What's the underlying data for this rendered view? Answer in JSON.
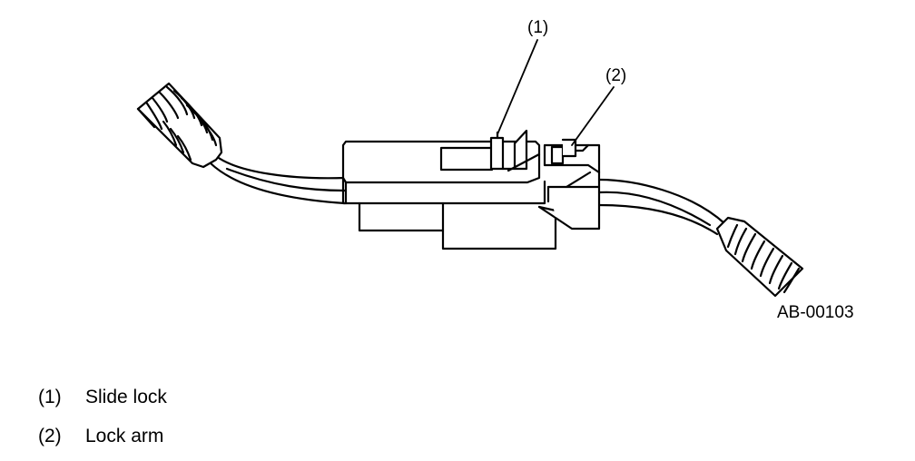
{
  "diagram": {
    "callouts": [
      {
        "id": "1",
        "label": "(1)"
      },
      {
        "id": "2",
        "label": "(2)"
      }
    ],
    "figure_code": "AB-00103",
    "legend": [
      {
        "number": "(1)",
        "text": "Slide lock"
      },
      {
        "number": "(2)",
        "text": "Lock arm"
      }
    ]
  },
  "colors": {
    "line": "#000000",
    "background": "#ffffff"
  }
}
